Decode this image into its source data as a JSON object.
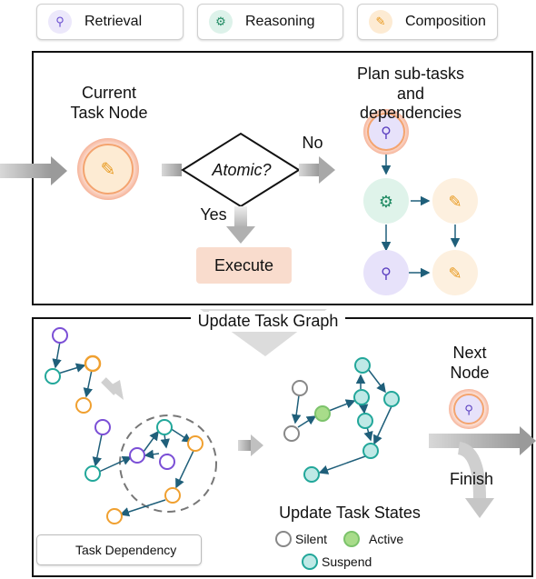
{
  "legend": {
    "retrieval": "Retrieval",
    "reasoning": "Reasoning",
    "composition": "Composition"
  },
  "top_panel": {
    "current_node": "Current Task Node",
    "decision": "Atomic?",
    "no": "No",
    "yes": "Yes",
    "execute": "Execute",
    "plan": "Plan sub-tasks and dependencies"
  },
  "bottom_panel": {
    "update_graph": "Update Task Graph",
    "next_node": "Next Node",
    "finish": "Finish",
    "update_states": "Update Task States",
    "dependency_key": "Task Dependency",
    "states": {
      "silent": "Silent",
      "active": "Active",
      "suspend": "Suspend"
    }
  },
  "colors": {
    "retrieval": "#8a6fd9",
    "reasoning": "#2fa37a",
    "composition": "#f0a030",
    "silent": "#888888",
    "active": "#a8dc8a",
    "suspend": "#22a79a",
    "edge": "#1f5f7a"
  }
}
